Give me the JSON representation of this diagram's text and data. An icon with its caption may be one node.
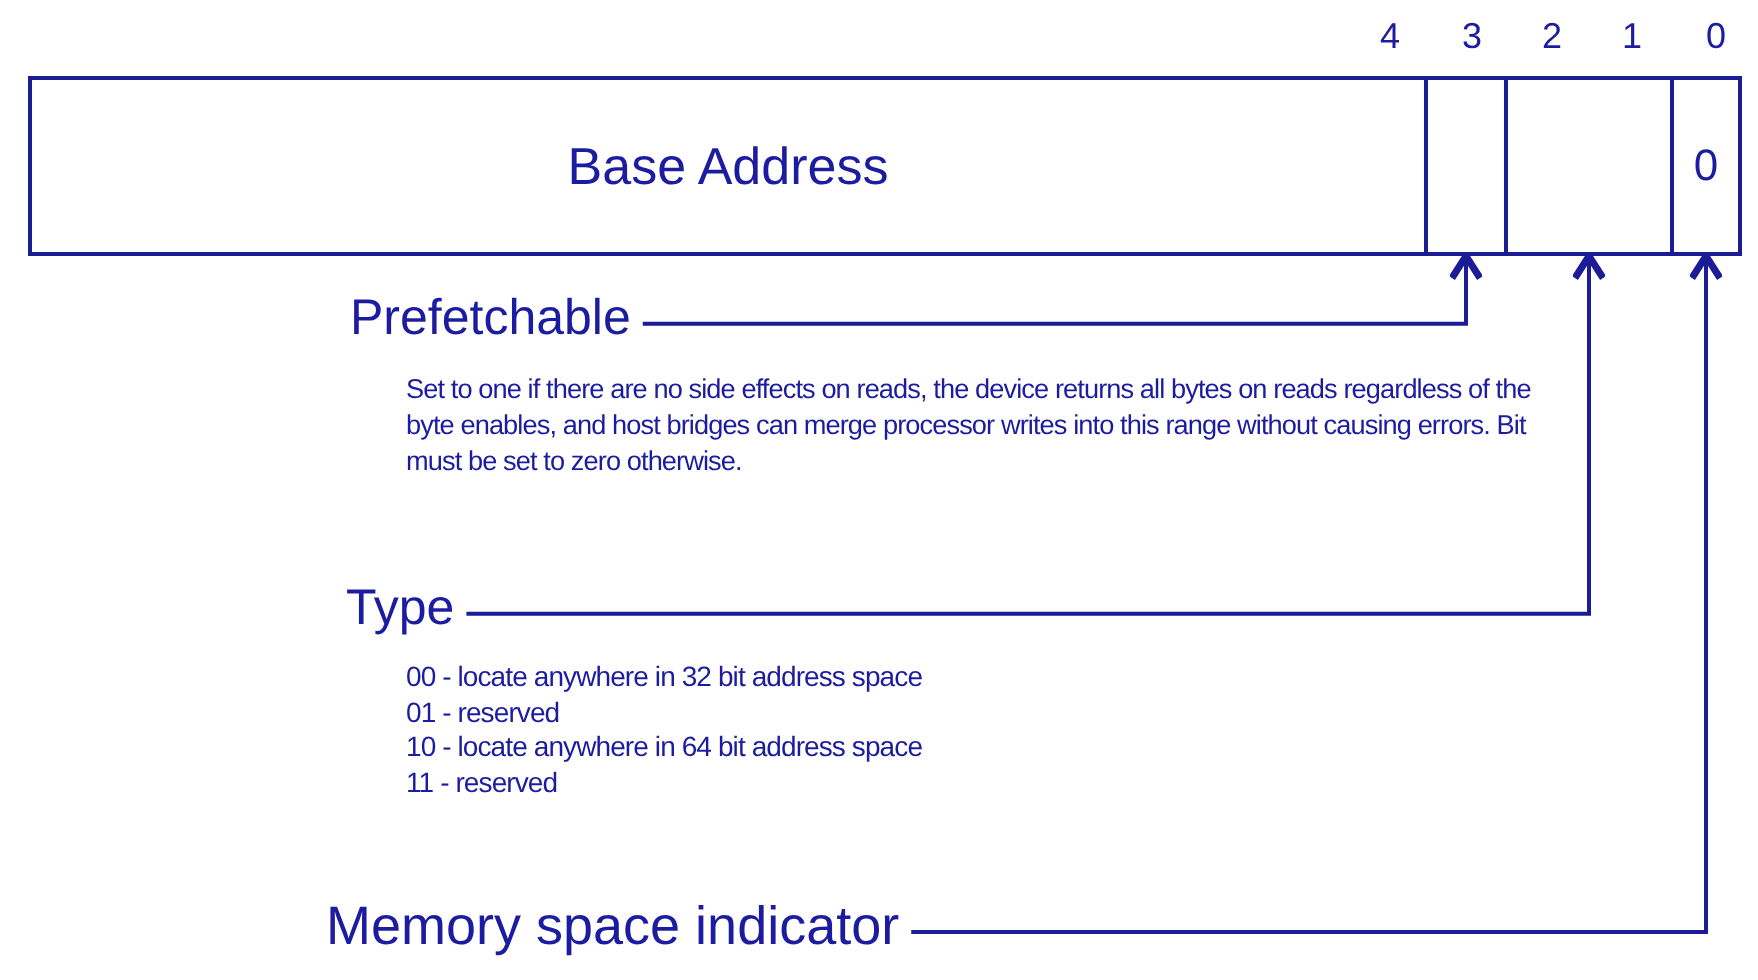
{
  "diagram": {
    "nodes": [
      {
        "text": [
          "Base Address"
        ]
      },
      {
        "text": [],
        "shape": "box"
      },
      {
        "text": [],
        "shape": "box"
      },
      {
        "text": [
          "0"
        ]
      },
      {
        "text": [
          "Prefetchable"
        ],
        "beside": [
          "Set to one if there are no side effects on reads, the device returns all bytes on reads regardless of the byte enables, and host bridges can merge processor writes into this range without causing errors. Bit must be set to zero otherwise."
        ]
      },
      {
        "text": [
          "Type"
        ],
        "beside": [
          "00 - locate anywhere in 32 bit address space",
          "01 - reserved",
          "10 - locate anywhere in 64 bit address space",
          "11 - reserved"
        ]
      },
      {
        "text": [
          "Memory space indicator"
        ]
      }
    ],
    "edges": [
      {
        "from": 4,
        "to": 1,
        "arrow": "to"
      },
      {
        "from": 5,
        "to": 2,
        "arrow": "to"
      },
      {
        "from": 6,
        "to": 3,
        "arrow": "to"
      }
    ],
    "labels": [
      "4",
      "3",
      "2",
      "1",
      "0"
    ]
  }
}
